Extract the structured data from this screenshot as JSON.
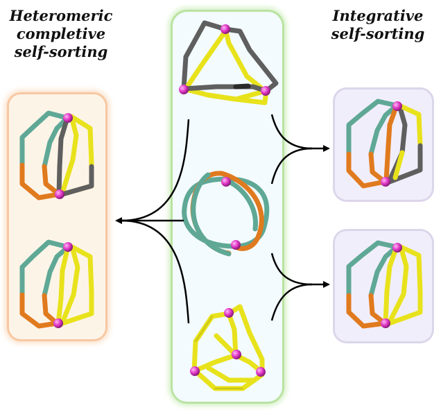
{
  "labels": {
    "left_title": [
      "Heteromeric",
      "completive",
      "self-sorting"
    ],
    "right_title": [
      "Integrative",
      "self-sorting"
    ]
  },
  "colors": {
    "teal": "#5fa896",
    "orange": "#e07a1e",
    "yellow": "#e8e21c",
    "gray": "#5f5f5f",
    "magenta": "#e13ac8",
    "center_panel": "#f3fbff",
    "left_panel": "#fdf4e8",
    "right_panel": "#f1eefb"
  }
}
